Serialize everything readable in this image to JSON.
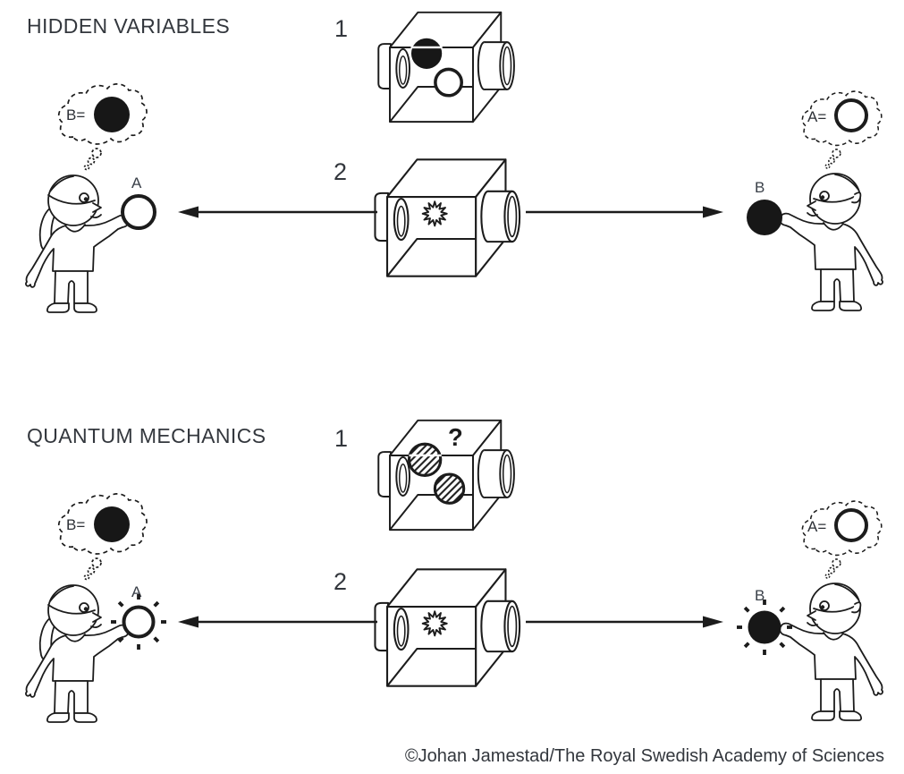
{
  "panels": [
    {
      "id": "hidden-variables",
      "title": "HIDDEN VARIABLES",
      "step1": "1",
      "step2": "2",
      "alice_ball_label": "A",
      "bob_ball_label": "B",
      "alice_thought_prefix": "B=",
      "bob_thought_prefix": "A="
    },
    {
      "id": "quantum-mechanics",
      "title": "QUANTUM MECHANICS",
      "step1": "1",
      "step2": "2",
      "question_mark": "?",
      "alice_ball_label": "A",
      "bob_ball_label": "B",
      "alice_thought_prefix": "B=",
      "bob_thought_prefix": "A="
    }
  ],
  "caption": "©Johan Jamestad/The Royal Swedish Academy of Sciences",
  "colors": {
    "ink": "#1c1c1c",
    "label": "#3a4049",
    "background": "#ffffff"
  }
}
